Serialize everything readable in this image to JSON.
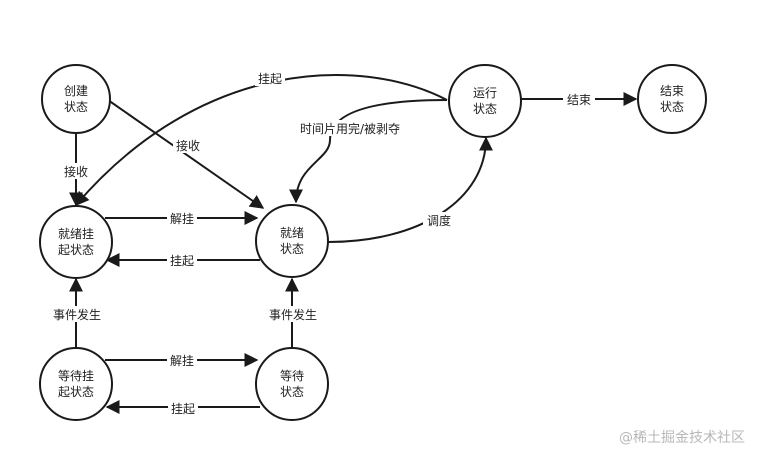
{
  "nodes": {
    "create": {
      "line1": "创建",
      "line2": "状态"
    },
    "run": {
      "line1": "运行",
      "line2": "状态"
    },
    "end": {
      "line1": "结束",
      "line2": "状态"
    },
    "ready_susp": {
      "line1": "就绪挂",
      "line2": "起状态"
    },
    "ready": {
      "line1": "就绪",
      "line2": "状态"
    },
    "wait_susp": {
      "line1": "等待挂",
      "line2": "起状态"
    },
    "wait": {
      "line1": "等待",
      "line2": "状态"
    }
  },
  "edges": {
    "run_to_ready_susp": "挂起",
    "run_to_end": "结束",
    "run_to_ready": "时间片用完/被剥夺",
    "create_to_ready": "接收",
    "create_to_ready_susp": "接收",
    "ready_susp_to_ready": "解挂",
    "ready_to_ready_susp": "挂起",
    "ready_to_run": "调度",
    "wait_susp_to_ready_susp": "事件发生",
    "wait_to_ready": "事件发生",
    "wait_susp_to_wait": "解挂",
    "wait_to_wait_susp": "挂起"
  },
  "colors": {
    "stroke": "#1a1a1a",
    "text": "#222222",
    "watermark": "#b8b8b8"
  },
  "watermark": "@稀土掘金技术社区"
}
